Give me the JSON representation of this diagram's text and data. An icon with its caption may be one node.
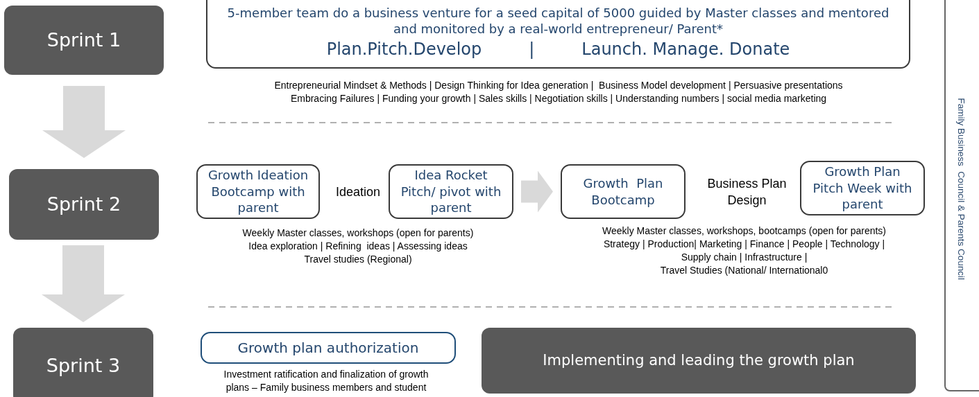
{
  "diagram": {
    "nodes": [
      {
        "text": [
          "Sprint 1"
        ]
      },
      {
        "text": [
          "Sprint 2"
        ]
      },
      {
        "text": [
          "Sprint 3"
        ]
      },
      {
        "text": [
          "5-member team do a business venture for a seed capital of 5000 guided by Master classes and mentored and monitored by a real-world entrepreneur/ Parent*",
          "Plan.Pitch.Develop",
          "|",
          "Launch. Manage. Donate"
        ]
      },
      {
        "text": [
          "Growth Ideation Bootcamp with parent"
        ]
      },
      {
        "text": [
          "Idea Rocket Pitch/ pivot with parent"
        ]
      },
      {
        "text": [
          "Growth  Plan Bootcamp"
        ]
      },
      {
        "text": [
          "Growth Plan Pitch Week with parent"
        ]
      },
      {
        "text": [
          "Growth plan authorization"
        ],
        "beside": [
          "Investment ratification and finalization of growth plans – Family business members and student"
        ]
      },
      {
        "text": [
          "Implementing and leading the growth plan"
        ]
      },
      {
        "text": [
          "Family Business  Council & Parents Council"
        ]
      }
    ],
    "edges": [
      {
        "from": 0,
        "to": 1,
        "arrow": "to"
      },
      {
        "from": 1,
        "to": 2,
        "arrow": "to"
      },
      {
        "from": 5,
        "to": 6,
        "arrow": "to"
      }
    ],
    "labels": [
      "Entrepreneurial Mindset & Methods | Design Thinking for Idea generation |  Business Model development | Persuasive presentations",
      "Embracing Failures | Funding your growth | Sales skills | Negotiation skills | Understanding numbers | social media marketing",
      "Ideation",
      "Weekly Master classes, workshops (open for parents)",
      "Idea exploration | Refining  ideas | Assessing ideas",
      "Travel studies (Regional)",
      "Business Plan Design",
      "Weekly Master classes, workshops, bootcamps (open for parents)",
      "Strategy | Production| Marketing | Finance | People | Technology |",
      "Supply chain | Infrastructure |",
      "Travel Studies (National/ International0"
    ]
  }
}
